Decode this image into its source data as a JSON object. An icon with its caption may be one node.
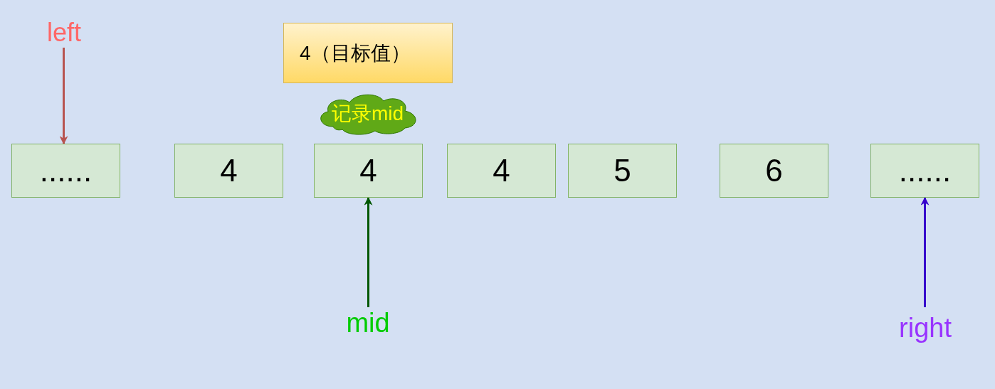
{
  "diagram": {
    "nodes": [
      {
        "text": [
          "left"
        ]
      },
      {
        "text": [
          "4（目标值）"
        ]
      },
      {
        "text": [
          "记录mid"
        ]
      },
      {
        "text": [
          "......"
        ]
      },
      {
        "text": [
          "4"
        ]
      },
      {
        "text": [
          "4"
        ]
      },
      {
        "text": [
          "4"
        ]
      },
      {
        "text": [
          "5"
        ]
      },
      {
        "text": [
          "6"
        ]
      },
      {
        "text": [
          "......"
        ]
      },
      {
        "text": [
          "mid"
        ]
      },
      {
        "text": [
          "right"
        ]
      }
    ],
    "edges": [
      {
        "from": 0,
        "to": 3,
        "arrow": "to",
        "color": "#b85450"
      },
      {
        "from": 10,
        "to": 5,
        "arrow": "to",
        "color": "#005700"
      },
      {
        "from": 11,
        "to": 9,
        "arrow": "to",
        "color": "#3700cc"
      }
    ]
  }
}
